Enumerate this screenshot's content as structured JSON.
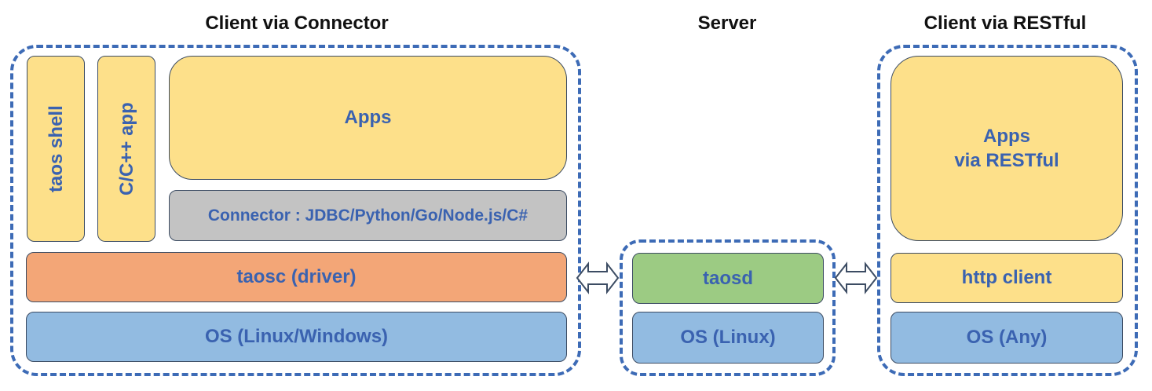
{
  "titles": {
    "connector": "Client via Connector",
    "server": "Server",
    "restful": "Client via RESTful"
  },
  "connector_client": {
    "taos_shell": "taos shell",
    "c_app": "C/C++ app",
    "apps": "Apps",
    "connector": "Connector : JDBC/Python/Go/Node.js/C#",
    "driver": "taosc (driver)",
    "os": "OS (Linux/Windows)"
  },
  "server": {
    "taosd": "taosd",
    "os": "OS (Linux)"
  },
  "restful_client": {
    "apps_line1": "Apps",
    "apps_line2": "via RESTful",
    "http": "http client",
    "os": "OS (Any)"
  },
  "colors": {
    "border_dashed": "#3d6bb6",
    "text": "#3a62b0",
    "yellow": "#fde08a",
    "gray": "#c3c3c3",
    "orange": "#f3a677",
    "blue": "#92bbe1",
    "green": "#9ccb83"
  }
}
